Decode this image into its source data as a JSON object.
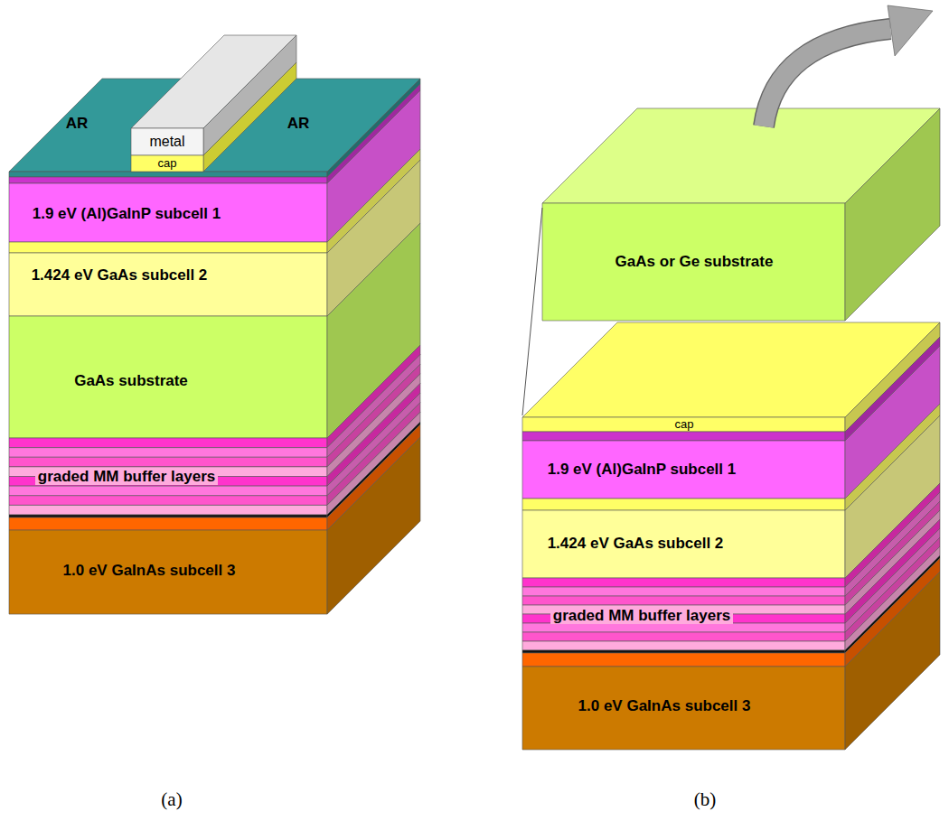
{
  "diagram": {
    "nodes": [
      {
        "text": [
          "AR",
          "AR"
        ]
      },
      {
        "text": [
          "metal"
        ]
      },
      {
        "text": [
          "cap"
        ]
      },
      {
        "text": [
          "1.9 eV (Al)GaInP subcell 1"
        ]
      },
      {
        "text": [
          "1.424 eV GaAs subcell 2"
        ]
      },
      {
        "text": [
          "GaAs substrate"
        ]
      },
      {
        "text": [
          "graded MM buffer layers"
        ]
      },
      {
        "text": [
          "1.0 eV GaInAs subcell 3"
        ]
      },
      {
        "text": [
          "GaAs or Ge substrate"
        ]
      },
      {
        "text": [
          "cap"
        ]
      },
      {
        "text": [
          "1.9 eV (Al)GaInP subcell 1"
        ]
      },
      {
        "text": [
          "1.424 eV GaAs subcell 2"
        ]
      },
      {
        "text": [
          "graded MM buffer layers"
        ]
      },
      {
        "text": [
          "1.0 eV GaInAs subcell 3"
        ]
      }
    ],
    "labels": [
      "(a)",
      "(b)"
    ]
  }
}
